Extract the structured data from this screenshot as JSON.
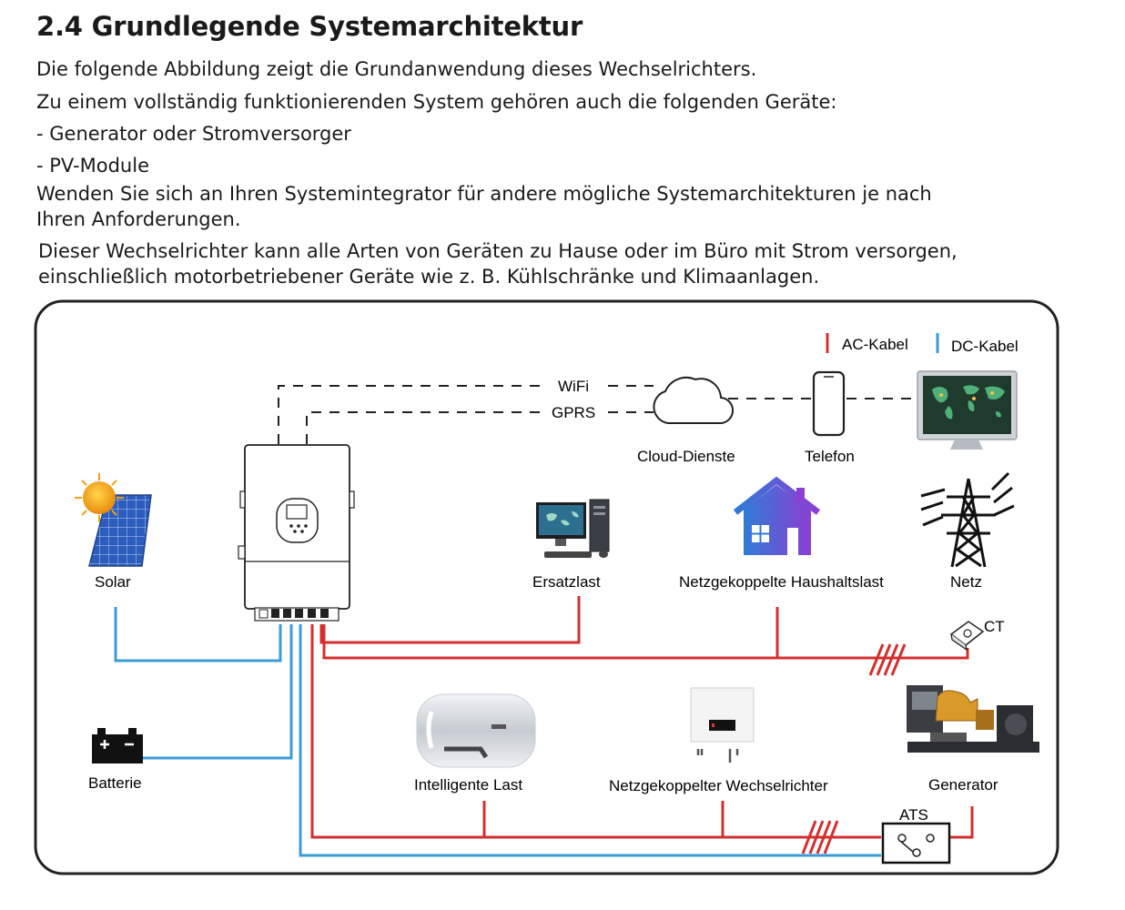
{
  "section": {
    "heading": "2.4 Grundlegende Systemarchitektur",
    "lines": [
      "Die folgende Abbildung zeigt die Grundanwendung dieses Wechselrichters.",
      "Zu einem vollständig funktionierenden System gehören auch die folgenden Geräte:",
      "- Generator oder Stromversorger",
      "- PV-Module",
      "Wenden Sie sich an Ihren Systemintegrator für andere mögliche Systemarchitekturen je nach",
      "Ihren Anforderungen."
    ],
    "lines2": [
      "Dieser Wechselrichter kann alle Arten von Geräten zu Hause oder im Büro mit Strom versorgen,",
      "einschließlich motorbetriebener Geräte wie z. B. Kühlschränke und Klimaanlagen."
    ]
  },
  "diagram": {
    "legend": {
      "ac": "AC-Kabel",
      "dc": "DC-Kabel",
      "ac_color": "#d32f2f",
      "dc_color": "#3a9bd5"
    },
    "labels": {
      "wifi": "WiFi",
      "gprs": "GPRS",
      "cloud": "Cloud-Dienste",
      "phone": "Telefon",
      "solar": "Solar",
      "backup": "Ersatzlast",
      "home": "Netzgekoppelte Haushaltslast",
      "grid": "Netz",
      "ct": "CT",
      "battery": "Batterie",
      "smart": "Intelligente Last",
      "ongrid": "Netzgekoppelter Wechselrichter",
      "generator": "Generator",
      "ats": "ATS"
    },
    "icons": [
      "solar-panel-icon",
      "inverter-icon",
      "cloud-icon",
      "phone-icon",
      "monitor-icon",
      "computer-icon",
      "house-icon",
      "power-tower-icon",
      "ct-clamp-icon",
      "battery-icon",
      "water-heater-icon",
      "grid-tie-inverter-icon",
      "generator-icon",
      "ats-switch-icon"
    ]
  }
}
